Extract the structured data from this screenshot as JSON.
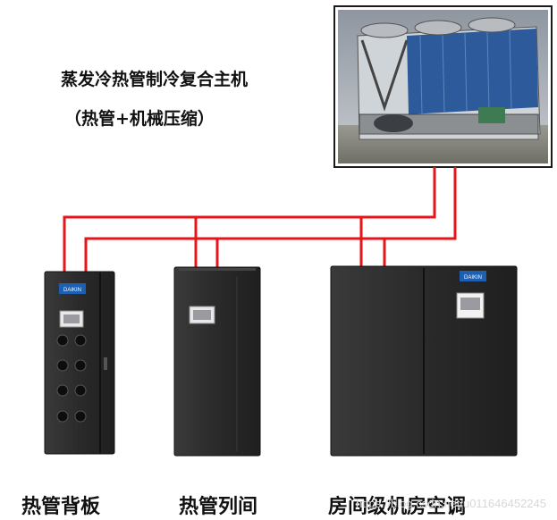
{
  "main_unit": {
    "title_line1": "蒸发冷热管制冷复合主机",
    "title_line2": "（热管+机械压缩）"
  },
  "units": [
    {
      "label": "热管背板",
      "badge": "DAIKIN"
    },
    {
      "label": "热管列间"
    },
    {
      "label": "房间级机房空调",
      "badge": "DAIKIN"
    }
  ],
  "watermark": "https://blog.csdn.net/u011646452245",
  "colors": {
    "pipe": "#e8141a",
    "cabinet": "#2b2b2b",
    "frame": "#1a1a1a"
  }
}
